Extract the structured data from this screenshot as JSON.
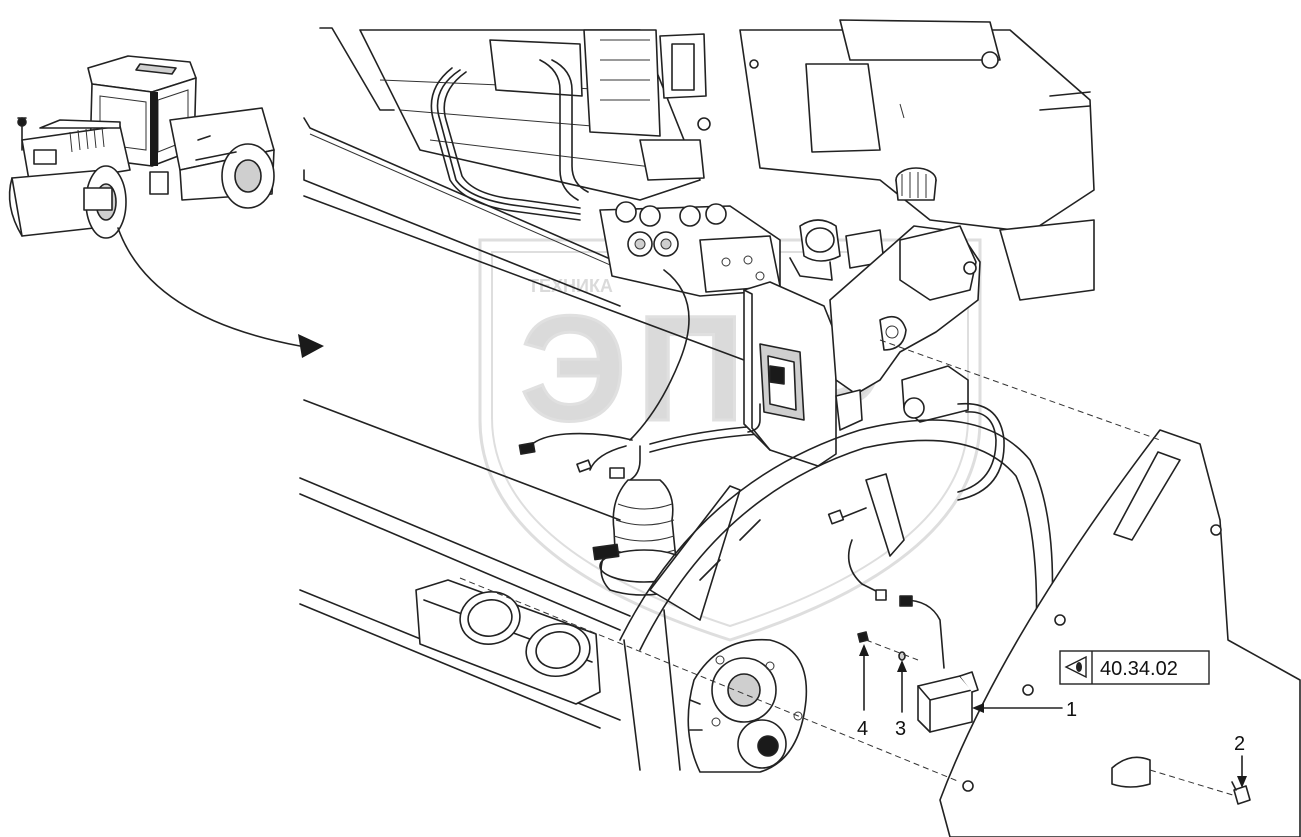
{
  "watermark": {
    "letters": "ЭПФ",
    "caption": "ТЕХНИКА"
  },
  "callouts": [
    {
      "id": "1",
      "label": "1"
    },
    {
      "id": "2",
      "label": "2"
    },
    {
      "id": "3",
      "label": "3"
    },
    {
      "id": "4",
      "label": "4"
    }
  ],
  "reference": {
    "icon": "view-eye-icon",
    "label": "40.34.02"
  },
  "colors": {
    "line": "#222222",
    "background": "#ffffff",
    "watermark": "#bdbdbd"
  }
}
